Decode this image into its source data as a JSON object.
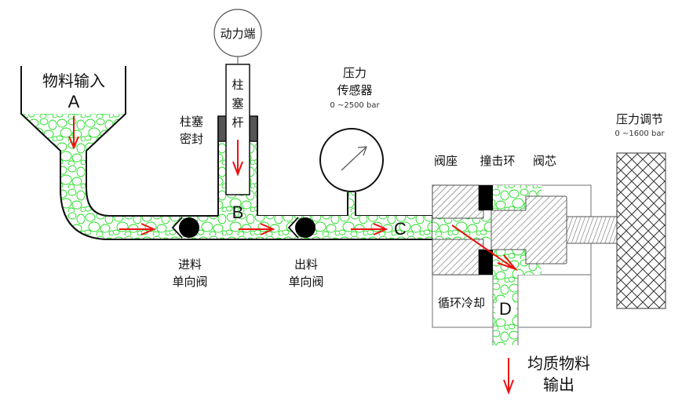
{
  "title": "高压均质机工作原理示意图",
  "labels": {
    "feed_input": "物料输入",
    "power_end": "动力端",
    "plunger_rod": [
      "柱",
      "塞",
      "杆"
    ],
    "plunger_seal": [
      "柱塞",
      "密封"
    ],
    "pressure_sensor": [
      "压力",
      "传感器"
    ],
    "pressure_sensor_range": "0 ~2500 bar",
    "valve_seat": "阀座",
    "impact_ring": "撞击环",
    "valve_core": "阀芯",
    "pressure_adjust": "压力调节",
    "pressure_adjust_range": "0 ~1600 bar",
    "inlet_check_valve": [
      "进料",
      "单向阀"
    ],
    "outlet_check_valve": [
      "出料",
      "单向阀"
    ],
    "cooling": "循环冷却",
    "output": [
      "均质物料",
      "输出"
    ]
  },
  "points": {
    "a": "A",
    "b": "B",
    "c": "C",
    "d": "D"
  },
  "colors": {
    "material": "#22dd22",
    "flow_arrow": "#ee1111",
    "seal": "#555555",
    "outline": "#111111",
    "housing": "#888888"
  }
}
